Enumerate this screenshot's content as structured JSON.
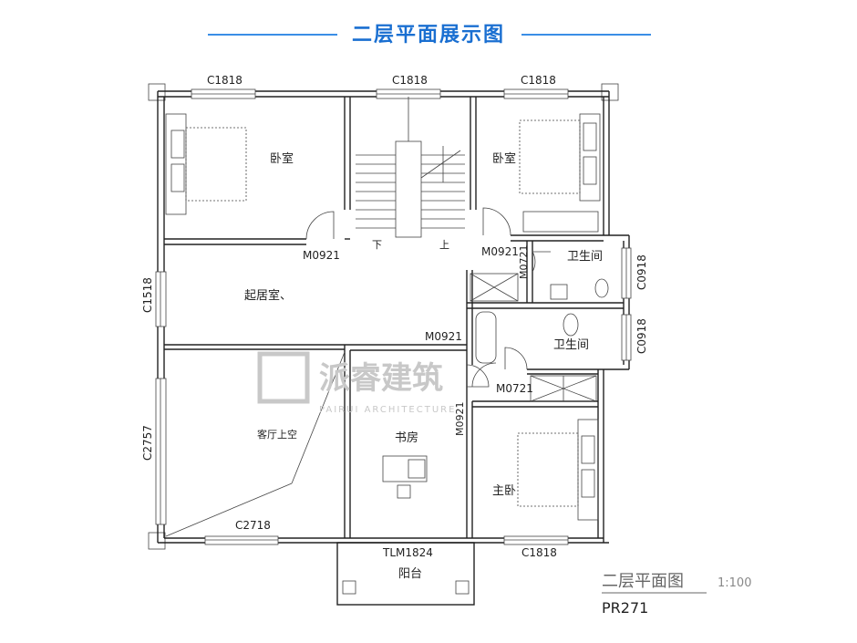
{
  "header": {
    "title": "二层平面展示图",
    "accent_color": "#1a6fd1"
  },
  "plan": {
    "windows": {
      "top_left": "C1818",
      "top_center": "C1818",
      "top_right": "C1818",
      "left_upper": "C1518",
      "left_lower": "C2757",
      "bottom_left": "C2718",
      "bottom_right": "C1818",
      "right_upper": "C0918",
      "right_lower": "C0918"
    },
    "doors": {
      "bedroom_left": "M0921",
      "bedroom_right": "M0921",
      "bath_upper": "M0721",
      "study": "M0921",
      "study_side": "M0921",
      "bath_lower": "M0721",
      "balcony": "TLM1824"
    },
    "rooms": {
      "bedroom_left": "卧室",
      "bedroom_right": "卧室",
      "living": "起居室、",
      "bath_upper": "卫生间",
      "bath_lower": "卫生间",
      "void": "客厅上空",
      "study": "书房",
      "master": "主卧",
      "balcony": "阳台"
    },
    "stairs": {
      "down": "下",
      "up": "上"
    },
    "watermark": {
      "brand": "派睿建筑",
      "sub": "PAIRUI ARCHITECTURE"
    }
  },
  "caption": {
    "title": "二层平面图",
    "scale": "1:100",
    "code": "PR271"
  }
}
